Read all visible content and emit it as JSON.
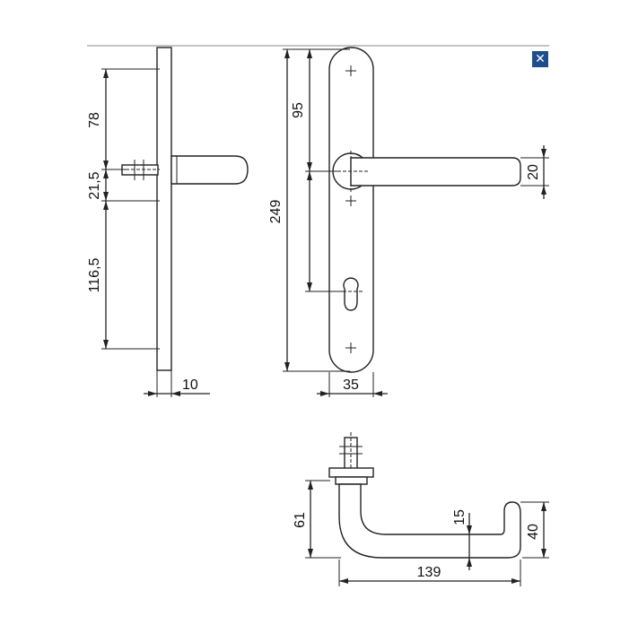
{
  "toolbar": {
    "close_label": "✕",
    "close_icon": "close-icon",
    "close_color": "#1f4e8c"
  },
  "dimensions": {
    "side_top": "78",
    "side_spindle": "21,5",
    "side_bottom": "116,5",
    "side_thickness": "10",
    "front_total_height": "249",
    "front_to_handle": "95",
    "front_handle_height": "20",
    "front_width": "35",
    "lever_height": "61",
    "lever_grip": "15",
    "lever_tip": "40",
    "lever_length": "139"
  }
}
